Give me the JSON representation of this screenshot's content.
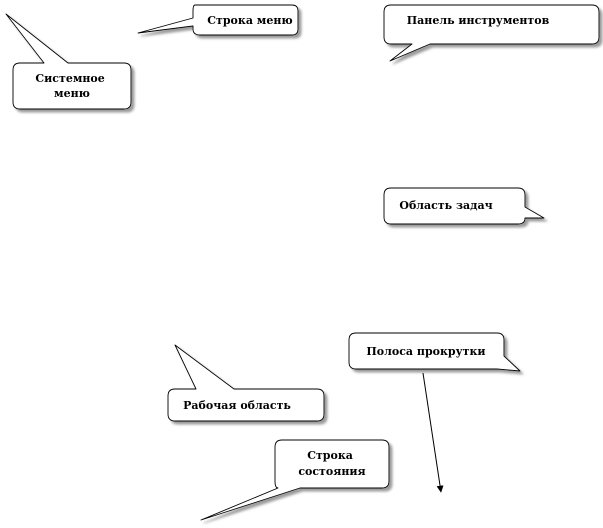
{
  "callouts": {
    "menu_bar": "Строка меню",
    "toolbar": "Панель инструментов",
    "system_menu": [
      "Системное",
      "меню"
    ],
    "task_pane": "Область задач",
    "scrollbar": "Полоса прокрутки",
    "work_area": "Рабочая область",
    "status_bar": [
      "Строка",
      "состояния"
    ]
  },
  "colors": {
    "stroke": "#000000",
    "fill": "#ffffff",
    "shadow": "#8a8a8a"
  }
}
